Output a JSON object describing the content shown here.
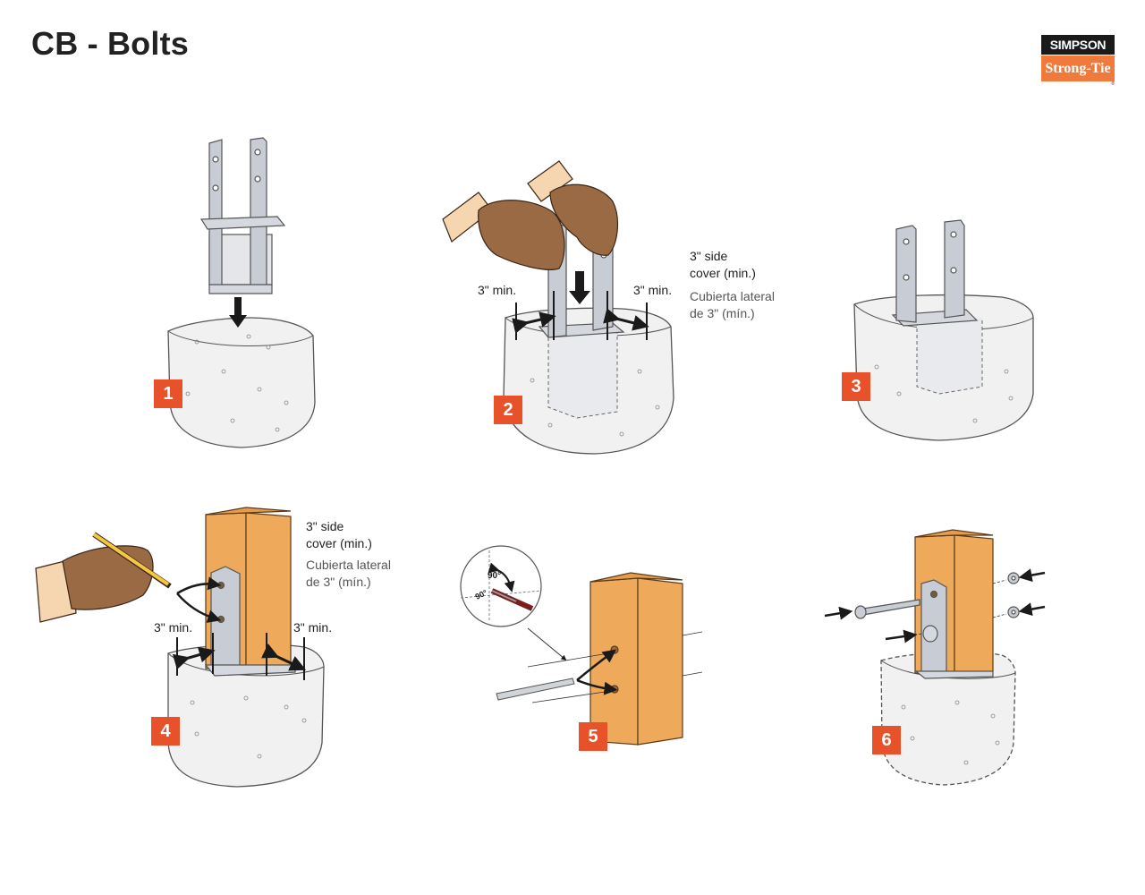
{
  "page": {
    "title": "CB - Bolts"
  },
  "logo": {
    "top_text": "SIMPSON",
    "bottom_text": "Strong-Tie",
    "trademark": "®",
    "colors": {
      "top_bg": "#1a1a1a",
      "bottom_bg": "#f07a3c"
    }
  },
  "colors": {
    "badge": "#e8522a",
    "concrete": "#f1f1f1",
    "wood": "#efa95b",
    "steel": "#c8ccd4",
    "glove": "#9a6a44"
  },
  "steps": [
    {
      "number": "1",
      "description": "Position CB post base above concrete footing"
    },
    {
      "number": "2",
      "description": "Press post base into wet concrete",
      "annotations": {
        "left_min": "3\" min.",
        "right_min": "3\" min.",
        "side_cover_en_line1": "3\" side",
        "side_cover_en_line2": "cover (min.)",
        "side_cover_es_line1": "Cubierta lateral",
        "side_cover_es_line2": "de 3\" (mín.)"
      }
    },
    {
      "number": "3",
      "description": "Post base embedded in concrete"
    },
    {
      "number": "4",
      "description": "Place post and mark bolt holes",
      "annotations": {
        "left_min": "3\" min.",
        "right_min": "3\" min.",
        "side_cover_en_line1": "3\" side",
        "side_cover_en_line2": "cover (min.)",
        "side_cover_es_line1": "Cubierta lateral",
        "side_cover_es_line2": "de 3\" (mín.)"
      }
    },
    {
      "number": "5",
      "description": "Drill bolt holes perpendicular to post",
      "annotations": {
        "angle_1": "90°",
        "angle_2": "90°"
      }
    },
    {
      "number": "6",
      "description": "Install bolts, washers and nuts"
    }
  ]
}
